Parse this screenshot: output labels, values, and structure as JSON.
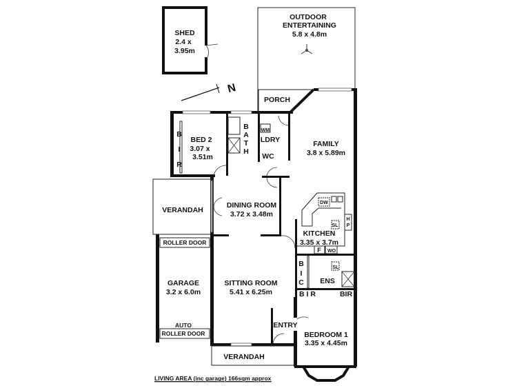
{
  "rooms": {
    "shed": {
      "name": "SHED",
      "dim1": "2.4 x",
      "dim2": "3.95m"
    },
    "outdoor": {
      "name1": "OUTDOOR",
      "name2": "ENTERTAINING",
      "dim": "5.8 x 4.8m"
    },
    "porch": {
      "name": "PORCH"
    },
    "bed2": {
      "name": "BED 2",
      "dim1": "3.07 x",
      "dim2": "3.51m",
      "bir": [
        "B",
        "I",
        "R"
      ]
    },
    "bath": {
      "letters": [
        "B",
        "A",
        "T",
        "H"
      ]
    },
    "laundry": {
      "name": "LDRY",
      "wm": "WM"
    },
    "wc": {
      "name": "WC"
    },
    "family": {
      "name": "FAMILY",
      "dim": "3.8 x 5.89m"
    },
    "verandah_side": {
      "name": "VERANDAH"
    },
    "dining": {
      "name": "DINING ROOM",
      "dim": "3.72 x 3.48m"
    },
    "kitchen": {
      "name": "KITCHEN",
      "dim": "3.35 x 3.7m",
      "dw": "DW",
      "sl": "SL",
      "hp": [
        "H",
        "P"
      ],
      "f": "F",
      "wo": "WO"
    },
    "bic": {
      "letters": [
        "B",
        "I",
        "C"
      ]
    },
    "ensuite": {
      "name": "ENS",
      "sl": "SL",
      "bir_left": "B I R",
      "bir_right": "BIR"
    },
    "garage": {
      "name": "GARAGE",
      "dim": "3.2 x 6.0m",
      "roller_door_top": "ROLLER DOOR",
      "auto": "AUTO",
      "roller_door_bottom": "ROLLER DOOR"
    },
    "sitting": {
      "name": "SITTING ROOM",
      "dim": "5.41 x 6.25m"
    },
    "entry": {
      "name": "ENTRY"
    },
    "bedroom1": {
      "name": "BEDROOM 1",
      "dim": "3.35 x 4.45m"
    },
    "verandah_front": {
      "name": "VERANDAH"
    }
  },
  "north_label": "N",
  "footer": {
    "living_area": "LIVING AREA (inc garage) 166sqm approx"
  }
}
